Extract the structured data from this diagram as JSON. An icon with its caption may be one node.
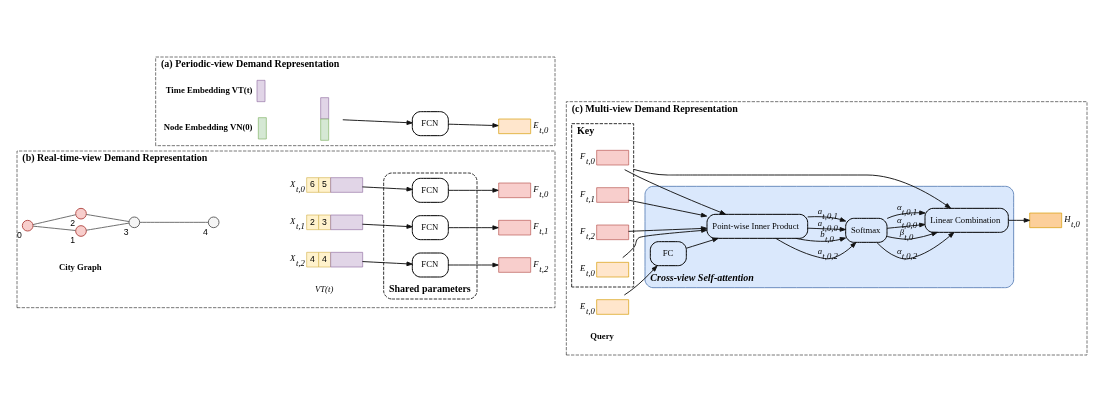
{
  "diagram": {
    "nodes": [
      {
        "text": [
          "(a) Periodic-view Demand Representation"
        ]
      },
      {
        "text": [],
        "shape": "bar",
        "in": 0,
        "beside": [
          "Time Embedding VT(t)"
        ]
      },
      {
        "text": [],
        "shape": "bar",
        "in": 0,
        "beside": [
          "Node Embedding VN(0)"
        ]
      },
      {
        "text": [],
        "shape": "bar",
        "in": 0
      },
      {
        "text": [
          "FCN"
        ],
        "in": 0
      },
      {
        "text": [],
        "shape": "bar",
        "in": 0,
        "beside": [
          "E$_{t,0}$"
        ]
      },
      {
        "text": [
          "(c) Multi-view Demand Representation"
        ]
      },
      {
        "text": [
          "Key"
        ],
        "in": 6
      },
      {
        "text": [],
        "shape": "bar",
        "in": 7,
        "beside": [
          "F$_{t,0}$"
        ]
      },
      {
        "text": [],
        "shape": "bar",
        "in": 7,
        "beside": [
          "F$_{t,1}$"
        ]
      },
      {
        "text": [],
        "shape": "bar",
        "in": 7,
        "beside": [
          "F$_{t,2}$"
        ]
      },
      {
        "text": [],
        "shape": "bar",
        "in": 7,
        "beside": [
          "E$_{t,0}$"
        ]
      },
      {
        "text": [
          "Cross-view Self-attention"
        ],
        "in": 6
      },
      {
        "text": [
          "Point-wise Inner Product"
        ],
        "in": 12
      },
      {
        "text": [
          "Softmax"
        ],
        "in": 12
      },
      {
        "text": [
          "Linear Combination"
        ],
        "in": 12
      },
      {
        "text": [
          "FC"
        ],
        "in": 12
      },
      {
        "text": [],
        "shape": "bar",
        "in": 6,
        "beside": [
          "E$_{t,0}$"
        ]
      },
      {
        "text": [],
        "shape": "bar",
        "in": 6,
        "beside": [
          "H$_{t,0}$"
        ]
      },
      {
        "text": [
          "(b) Real-time-view Demand Representation"
        ]
      },
      {
        "text": [],
        "shape": "circle",
        "in": 19,
        "beside": [
          "0"
        ]
      },
      {
        "text": [],
        "shape": "circle",
        "in": 19,
        "beside": [
          "1"
        ]
      },
      {
        "text": [],
        "shape": "circle",
        "in": 19,
        "beside": [
          "2"
        ]
      },
      {
        "text": [],
        "shape": "circle",
        "in": 19,
        "beside": [
          "3"
        ]
      },
      {
        "text": [],
        "shape": "circle",
        "in": 19,
        "beside": [
          "4"
        ]
      },
      {
        "text": [
          "6",
          "5"
        ],
        "in": 19,
        "beside": [
          "X$_{t,0}$"
        ]
      },
      {
        "text": [
          "2",
          "3"
        ],
        "in": 19,
        "beside": [
          "X$_{t,1}$"
        ]
      },
      {
        "text": [
          "4",
          "4"
        ],
        "in": 19,
        "beside": [
          "X$_{t,2}$"
        ]
      },
      {
        "text": [
          "Shared parameters"
        ],
        "in": 19
      },
      {
        "text": [
          "FCN"
        ],
        "in": 28
      },
      {
        "text": [
          "FCN"
        ],
        "in": 28
      },
      {
        "text": [
          "FCN"
        ],
        "in": 28
      },
      {
        "text": [],
        "shape": "bar",
        "in": 19,
        "beside": [
          "F$_{t,0}$"
        ]
      },
      {
        "text": [],
        "shape": "bar",
        "in": 19,
        "beside": [
          "F$_{t,1}$"
        ]
      },
      {
        "text": [],
        "shape": "bar",
        "in": 19,
        "beside": [
          "F$_{t,2}$"
        ]
      }
    ],
    "edges": [
      {
        "from": 3,
        "to": 4,
        "arrow": "to"
      },
      {
        "from": 4,
        "to": 5,
        "arrow": "to"
      },
      {
        "from": 7,
        "to": 15,
        "arrow": "to"
      },
      {
        "from": 8,
        "to": 13,
        "arrow": "to"
      },
      {
        "from": 9,
        "to": 13,
        "arrow": "to"
      },
      {
        "from": 10,
        "to": 13,
        "arrow": "to"
      },
      {
        "from": 11,
        "to": 13,
        "arrow": "to"
      },
      {
        "from": 13,
        "to": 14,
        "arrow": "to",
        "label": "a$_{t,0,0}$"
      },
      {
        "from": 13,
        "to": 14,
        "arrow": "to",
        "label": "a$_{t,0,1}$"
      },
      {
        "from": 13,
        "to": 14,
        "arrow": "to",
        "label": "a$_{t,0,2}$"
      },
      {
        "from": 13,
        "to": 14,
        "arrow": "to",
        "label": "b$_{t,0}$"
      },
      {
        "from": 14,
        "to": 15,
        "arrow": "to",
        "label": "α$_{t,0,0}$"
      },
      {
        "from": 14,
        "to": 15,
        "arrow": "to",
        "label": "α$_{t,0,1}$"
      },
      {
        "from": 14,
        "to": 15,
        "arrow": "to",
        "label": "α$_{t,0,2}$"
      },
      {
        "from": 14,
        "to": 15,
        "arrow": "to",
        "label": "β$_{t,0}$"
      },
      {
        "from": 16,
        "to": 13,
        "arrow": "to"
      },
      {
        "from": 17,
        "to": 16,
        "arrow": "to"
      },
      {
        "from": 15,
        "to": 18,
        "arrow": "to"
      },
      {
        "from": 20,
        "to": 21,
        "arrow": "none",
        "color": "#666666"
      },
      {
        "from": 20,
        "to": 22,
        "arrow": "none",
        "color": "#666666"
      },
      {
        "from": 21,
        "to": 23,
        "arrow": "none",
        "color": "#666666"
      },
      {
        "from": 22,
        "to": 23,
        "arrow": "none",
        "color": "#666666"
      },
      {
        "from": 23,
        "to": 24,
        "arrow": "none",
        "color": "#666666"
      },
      {
        "from": 25,
        "to": 29,
        "arrow": "to"
      },
      {
        "from": 26,
        "to": 30,
        "arrow": "to"
      },
      {
        "from": 27,
        "to": 31,
        "arrow": "to"
      },
      {
        "from": 29,
        "to": 32,
        "arrow": "to"
      },
      {
        "from": 30,
        "to": 33,
        "arrow": "to"
      },
      {
        "from": 31,
        "to": 34,
        "arrow": "to"
      }
    ],
    "labels": [
      "Query",
      "VT(t)",
      "City Graph"
    ]
  }
}
